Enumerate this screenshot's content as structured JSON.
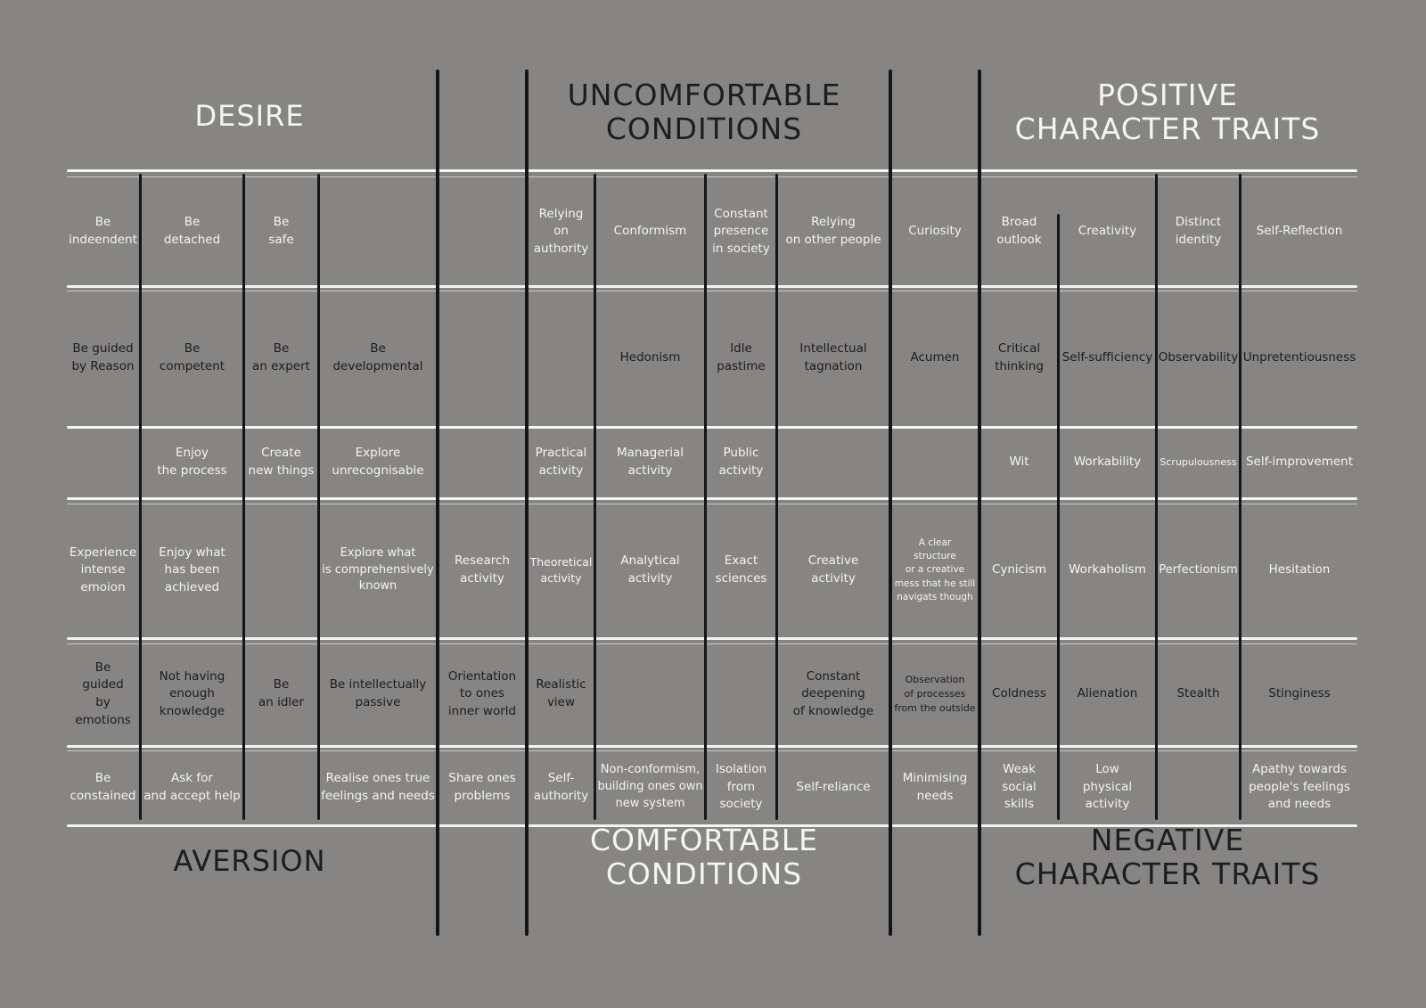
{
  "headers": {
    "desire": "DESIRE",
    "aversion": "AVERSION",
    "uncomfortable": "UNCOMFORTABLE\nCONDITIONS",
    "comfortable": "COMFORTABLE\nCONDITIONS",
    "positive": "POSITIVE\nCHARACTER TRAITS",
    "negative": "NEGATIVE\nCHARACTER TRAITS"
  },
  "rows": [
    {
      "desire": [
        "Be\nindeendent",
        "Be\ndetached",
        "Be\nsafe",
        ""
      ],
      "conditions": [
        "",
        "Relying\non\nauthority",
        "Conformism",
        "Constant\npresence\nin society",
        "Relying\non other people"
      ],
      "traits": [
        "Curiosity",
        "Broad\noutlook",
        "Creativity",
        "Distinct\nidentity",
        "Self-Reflection"
      ]
    },
    {
      "desire": [
        "Be guided\nby Reason",
        "Be\ncompetent",
        "Be\nan expert",
        "Be\ndevelopmental"
      ],
      "conditions": [
        "",
        "",
        "Hedonism",
        "Idle\npastime",
        "Intellectual\ntagnation"
      ],
      "traits": [
        "Acumen",
        "Critical\nthinking",
        "Self-sufficiency",
        "Observability",
        "Unpretentiousness"
      ]
    },
    {
      "desire": [
        "",
        "Enjoy\nthe process",
        "Create\nnew things",
        "Explore\nunrecognisable"
      ],
      "conditions": [
        "",
        "Practical\nactivity",
        "Managerial\nactivity",
        "Public\nactivity",
        ""
      ],
      "traits": [
        "",
        "Wit",
        "Workability",
        "Scrupulousness",
        "Self-improvement"
      ]
    },
    {
      "desire": [
        "Experience\nintense\nemoion",
        "Enjoy what\nhas been\nachieved",
        "",
        "Explore what\nis comprehensively\nknown"
      ],
      "conditions": [
        "Research\nactivity",
        "Theoretical\nactivity",
        "Analytical\nactivity",
        "Exact\nsciences",
        "Creative\nactivity"
      ],
      "traits": [
        "A clear\nstructure\nor a creative\nmess that he still\nnavigats though",
        "Cynicism",
        "Workaholism",
        "Perfectionism",
        "Hesitation"
      ]
    },
    {
      "desire": [
        "Be\nguided\nby\nemotions",
        "Not having\nenough\nknowledge",
        "Be\nan idler",
        "Be intellectually\npassive"
      ],
      "conditions": [
        "Orientation\nto ones\ninner world",
        "Realistic\nview",
        "",
        "",
        "Constant\ndeepening\nof knowledge"
      ],
      "traits": [
        "Observation\nof processes\nfrom the outside",
        "Coldness",
        "Alienation",
        "Stealth",
        "Stinginess"
      ]
    },
    {
      "desire": [
        "Be\nconstained",
        "Ask for\nand accept help",
        "",
        "Realise ones true\nfeelings and needs"
      ],
      "conditions": [
        "Share ones\nproblems",
        "Self-\nauthority",
        "Non-conformism,\nbuilding ones own\nnew system",
        "Isolation\nfrom\nsociety",
        "Self-reliance"
      ],
      "traits": [
        "Minimising\nneeds",
        "Weak\nsocial\nskills",
        "Low\nphysical\nactivity",
        "",
        "Apathy towards\npeople's feelings\nand needs"
      ]
    }
  ],
  "colors": {
    "background": "#878584",
    "light_ink": "#f4f4f2",
    "dark_ink": "#1c1c1c"
  }
}
